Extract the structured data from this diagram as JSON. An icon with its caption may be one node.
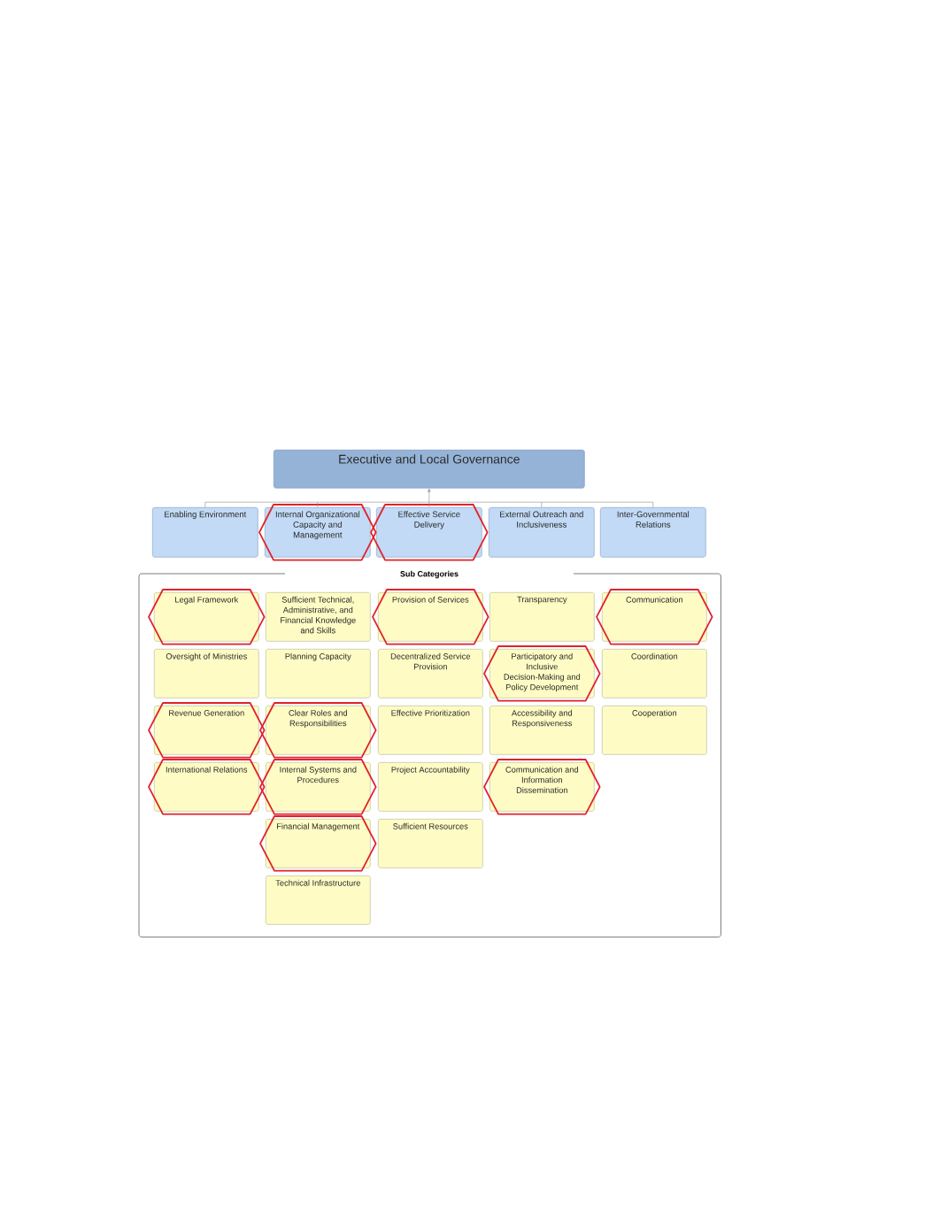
{
  "diagram": {
    "nodes": [
      {
        "text": [
          "Executive and Local Governance"
        ]
      },
      {
        "text": [
          "Enabling Environment"
        ]
      },
      {
        "text": [
          "Internal Organizational Capacity and Management"
        ]
      },
      {
        "text": [
          "Effective Service Delivery"
        ]
      },
      {
        "text": [
          "External Outreach and Inclusiveness"
        ]
      },
      {
        "text": [
          "Inter-Governmental Relations"
        ]
      },
      {
        "text": [
          "Sub Categories"
        ]
      },
      {
        "text": [
          "Legal Framework"
        ],
        "in": 6
      },
      {
        "text": [
          "Sufficient Technical, Administrative, and Financial Knowledge and Skills"
        ],
        "in": 6
      },
      {
        "text": [
          "Provision of Services"
        ],
        "in": 6
      },
      {
        "text": [
          "Transparency"
        ],
        "in": 6
      },
      {
        "text": [
          "Communication"
        ],
        "in": 6
      },
      {
        "text": [
          "Oversight of Ministries"
        ],
        "in": 6
      },
      {
        "text": [
          "Planning Capacity"
        ],
        "in": 6
      },
      {
        "text": [
          "Decentralized Service Provision"
        ],
        "in": 6
      },
      {
        "text": [
          "Participatory and Inclusive Decision-Making and Policy Development"
        ],
        "in": 6
      },
      {
        "text": [
          "Coordination"
        ],
        "in": 6
      },
      {
        "text": [
          "Revenue Generation"
        ],
        "in": 6
      },
      {
        "text": [
          "Clear Roles and Responsibilities"
        ],
        "in": 6
      },
      {
        "text": [
          "Effective Prioritization"
        ],
        "in": 6
      },
      {
        "text": [
          "Accessibility and Responsiveness"
        ],
        "in": 6
      },
      {
        "text": [
          "Cooperation"
        ],
        "in": 6
      },
      {
        "text": [
          "International Relations"
        ],
        "in": 6
      },
      {
        "text": [
          "Internal Systems and Procedures"
        ],
        "in": 6
      },
      {
        "text": [
          "Project Accountability"
        ],
        "in": 6
      },
      {
        "text": [
          "Communication and Information Dissemination"
        ],
        "in": 6
      },
      {
        "text": [
          "Financial Management"
        ],
        "in": 6
      },
      {
        "text": [
          "Sufficient Resources"
        ],
        "in": 6
      },
      {
        "text": [
          "Technical Infrastructure"
        ],
        "in": 6
      }
    ],
    "edges": [
      {
        "from": 1,
        "to": 0,
        "arrow": "to"
      },
      {
        "from": 2,
        "to": 0,
        "arrow": "to"
      },
      {
        "from": 3,
        "to": 0,
        "arrow": "to"
      },
      {
        "from": 4,
        "to": 0,
        "arrow": "to"
      },
      {
        "from": 5,
        "to": 0,
        "arrow": "to"
      }
    ]
  }
}
